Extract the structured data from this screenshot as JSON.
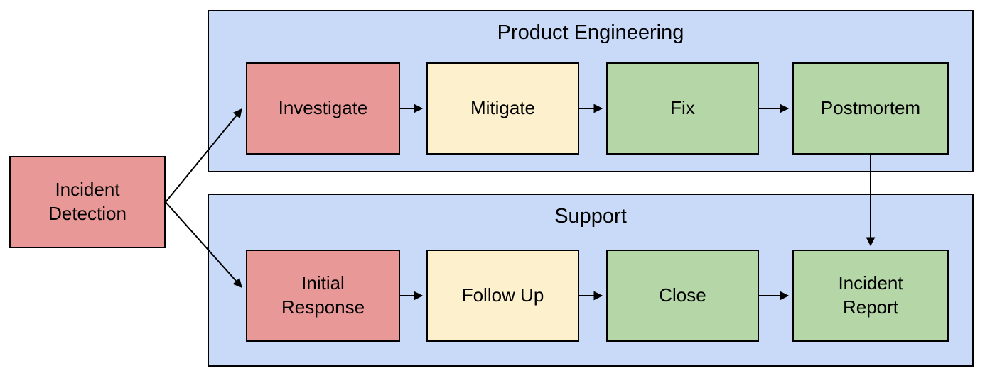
{
  "diagram": {
    "start": {
      "label": "Incident\nDetection",
      "color": "red"
    },
    "lanes": [
      {
        "title": "Product Engineering",
        "nodes": [
          {
            "label": "Investigate",
            "color": "red"
          },
          {
            "label": "Mitigate",
            "color": "yellow"
          },
          {
            "label": "Fix",
            "color": "green"
          },
          {
            "label": "Postmortem",
            "color": "green"
          }
        ]
      },
      {
        "title": "Support",
        "nodes": [
          {
            "label": "Initial\nResponse",
            "color": "red"
          },
          {
            "label": "Follow Up",
            "color": "yellow"
          },
          {
            "label": "Close",
            "color": "green"
          },
          {
            "label": "Incident\nReport",
            "color": "green"
          }
        ]
      }
    ],
    "edges": [
      {
        "from": "incident-detection",
        "to": "investigate"
      },
      {
        "from": "incident-detection",
        "to": "initial-response"
      },
      {
        "from": "investigate",
        "to": "mitigate"
      },
      {
        "from": "mitigate",
        "to": "fix"
      },
      {
        "from": "fix",
        "to": "postmortem"
      },
      {
        "from": "initial-response",
        "to": "follow-up"
      },
      {
        "from": "follow-up",
        "to": "close"
      },
      {
        "from": "close",
        "to": "incident-report"
      },
      {
        "from": "postmortem",
        "to": "incident-report"
      }
    ]
  },
  "colors": {
    "node_red": "#e99898",
    "node_yellow": "#fdf0cd",
    "node_green": "#b5d6a7",
    "lane_blue": "#c9daf8",
    "border": "#000000",
    "arrow": "#000000",
    "background": "#ffffff"
  }
}
